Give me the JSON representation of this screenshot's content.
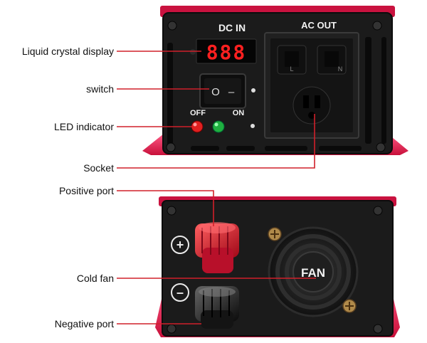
{
  "callouts": [
    {
      "id": "lcd",
      "label": "Liquid crystal display"
    },
    {
      "id": "switch",
      "label": "switch"
    },
    {
      "id": "led",
      "label": "LED indicator"
    },
    {
      "id": "socket",
      "label": "Socket"
    },
    {
      "id": "positive",
      "label": "Positive port"
    },
    {
      "id": "fan",
      "label": "Cold fan"
    },
    {
      "id": "negative",
      "label": "Negative port"
    }
  ],
  "front_panel": {
    "dc_in": "DC IN",
    "ac_out": "AC OUT",
    "display_value": "888",
    "switch_on_symbol": "–",
    "switch_off_symbol": "O",
    "led_off": "OFF",
    "led_on": "ON",
    "socket_mark_left": "L",
    "socket_mark_right": "N"
  },
  "back_panel": {
    "fan_label": "FAN",
    "plus_symbol": "+",
    "minus_symbol": "–"
  },
  "colors": {
    "callout_line": "#d0202a",
    "housing_red": "#e01848",
    "panel_black": "#1a1a1a",
    "terminal_red": "#d81430",
    "led_red": "#e02020",
    "led_green": "#1fb040",
    "lcd_digits": "#ff2020"
  }
}
